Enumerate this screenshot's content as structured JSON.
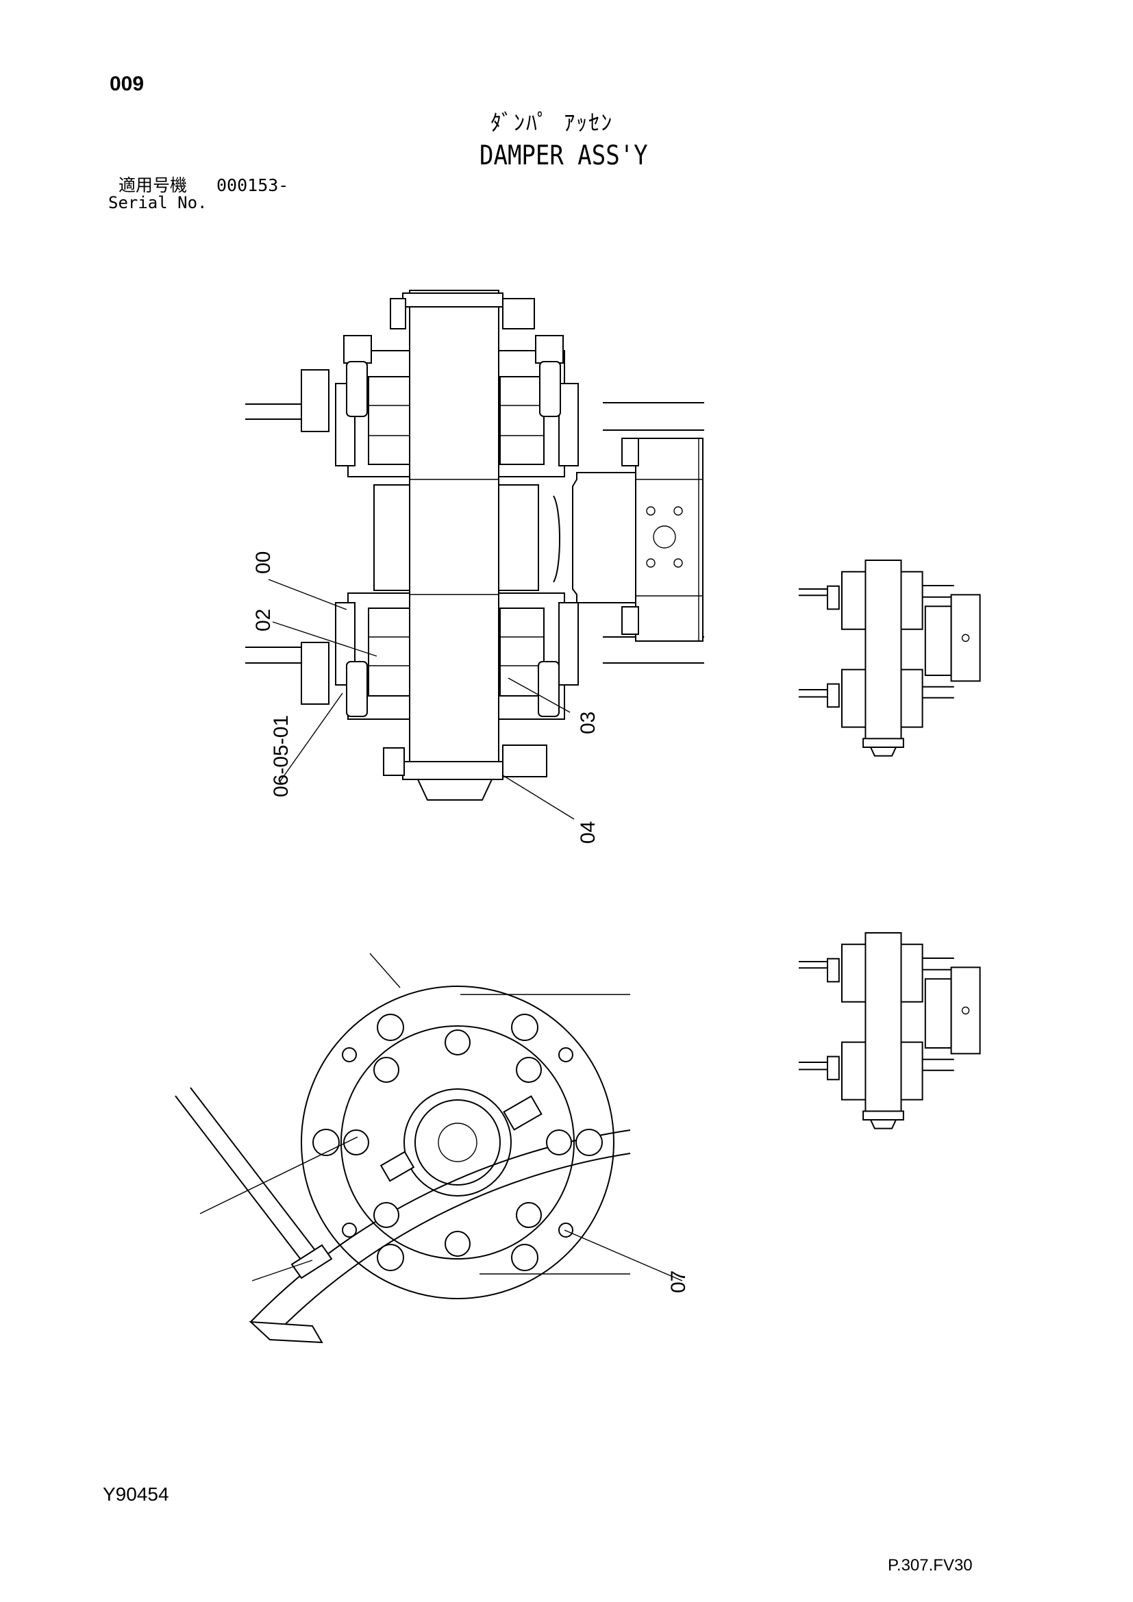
{
  "header": {
    "page_number": "009",
    "title_ja": "ﾀﾞﾝﾊﾟ ｱｯｾﾝ",
    "title_en": "DAMPER ASS'Y",
    "serial_label_ja": "適用号機",
    "serial_value": "000153-",
    "serial_label_en": "Serial No."
  },
  "callouts": [
    "00",
    "02",
    "06-05-01",
    "03",
    "04",
    "07"
  ],
  "footer": {
    "drawing_id": "Y90454",
    "page_code": "P.307.FV30"
  }
}
